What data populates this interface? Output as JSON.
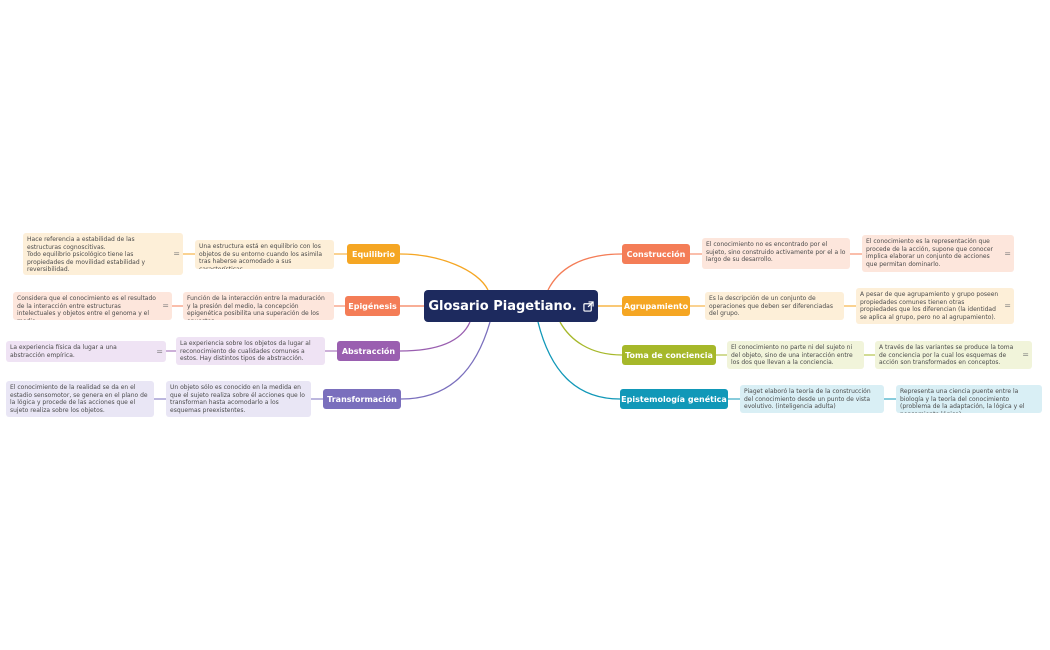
{
  "title": "Glosario Piagetiano.",
  "center_icon": "external-link-icon",
  "colors": {
    "center_bg": "#1d2a5e",
    "equilibrio": "#f5a623",
    "epigenesis": "#f47d57",
    "abstraccion": "#9a5fb0",
    "transformacion": "#7a6fbd",
    "construccion": "#f47d57",
    "agrupamiento": "#f5a623",
    "toma_de_conciencia": "#a6b82a",
    "epistemologia": "#1198b8"
  },
  "left_branches": [
    {
      "label": "Equilibrio",
      "definition": "Una estructura está en equilibrio con los objetos de su entorno cuando los asimila tras haberse acomodado a sus características.",
      "note": "Hace referencia a estabilidad de las estructuras cognoscitivas.\nTodo equilibrio psicológico tiene las propiedades de movilidad estabilidad y reversibilidad."
    },
    {
      "label": "Epigénesis",
      "definition": "Función de la interacción entre la maduración y la presión del medio, la concepción epigenética posibilita una superación de los opuestos.",
      "note": "Considera que el conocimiento es el resultado de la interacción entre estructuras intelectuales y objetos entre el genoma y el medio."
    },
    {
      "label": "Abstracción",
      "definition": "La experiencia sobre los objetos da lugar al reconocimiento de cualidades comunes a estos. Hay distintos tipos de abstracción.",
      "note": "La experiencia física da lugar a una abstracción empírica."
    },
    {
      "label": "Transformación",
      "definition": "Un objeto sólo es conocido en la medida en que el sujeto realiza sobre él acciones que lo transforman hasta acomodarlo a los esquemas preexistentes.",
      "note": "El conocimiento de la realidad se da en el estadio sensomotor, se genera en el plano de la lógica y procede de las acciones  que el sujeto realiza sobre los objetos."
    }
  ],
  "right_branches": [
    {
      "label": "Construcción",
      "definition": "El conocimiento no es encontrado por el sujeto, sino construido activamente por el a lo largo de su desarrollo.",
      "note": "El conocimiento es la representación que procede de la acción, supone que conocer implica elaborar un conjunto de acciones que permitan dominarlo."
    },
    {
      "label": "Agrupamiento",
      "definition": "Es la descripción de un conjunto de operaciones que deben ser diferenciadas del grupo.",
      "note": "A pesar de que agrupamiento y grupo poseen propiedades comunes tienen otras propiedades que los diferencian (la identidad se aplica al grupo, pero no al agrupamiento)."
    },
    {
      "label": "Toma de conciencia",
      "definition": "El conocimiento no parte ni del sujeto ni del objeto, sino de una interacción entre los dos que llevan a la conciencia.",
      "note": "A través de las variantes se produce la toma de conciencia por la cual los esquemas de acción son transformados en conceptos."
    },
    {
      "label": "Epistemología genética",
      "definition": "Piaget elaboró la teoría de la construcción del conocimiento desde un punto de vista evolutivo. (inteligencia adulta)",
      "note": "Representa una ciencia puente entre la biología y la teoría del conocimiento (problema de la adaptación, la lógica y el pensamiento lógico)."
    }
  ],
  "note_icon_glyph": "="
}
